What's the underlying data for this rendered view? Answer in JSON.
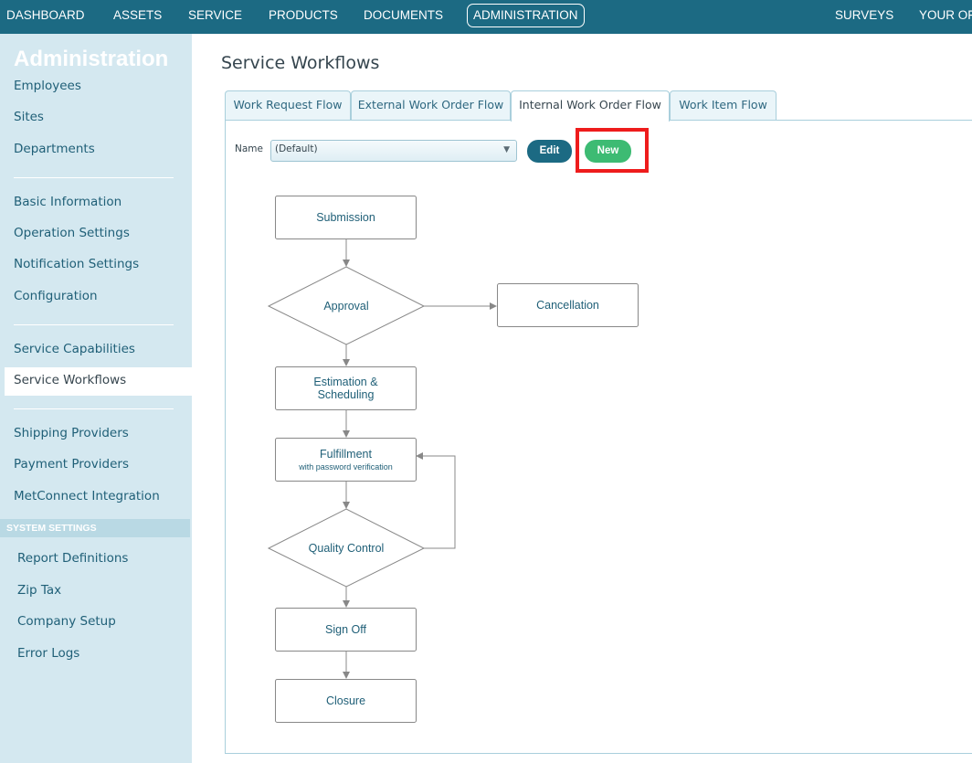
{
  "topnav": {
    "items": [
      "DASHBOARD",
      "ASSETS",
      "SERVICE",
      "PRODUCTS",
      "DOCUMENTS",
      "ADMINISTRATION",
      "SURVEYS",
      "YOUR OF"
    ],
    "active": "ADMINISTRATION"
  },
  "sidebar": {
    "title": "Administration",
    "group1": [
      "Employees",
      "Sites",
      "Departments"
    ],
    "group2": [
      "Basic Information",
      "Operation Settings",
      "Notification Settings",
      "Configuration"
    ],
    "group3": [
      "Service Capabilities",
      "Service Workflows"
    ],
    "active_item": "Service Workflows",
    "group4": [
      "Shipping Providers",
      "Payment Providers",
      "MetConnect Integration"
    ],
    "section_header": "SYSTEM SETTINGS",
    "system_items": [
      "Report Definitions",
      "Zip Tax",
      "Company Setup",
      "Error Logs"
    ]
  },
  "main": {
    "title": "Service Workflows",
    "tabs": [
      "Work Request Flow",
      "External Work Order Flow",
      "Internal Work Order Flow",
      "Work Item Flow"
    ],
    "active_tab": "Internal Work Order Flow",
    "name_label": "Name",
    "name_value": "(Default)",
    "edit_label": "Edit",
    "new_label": "New"
  },
  "flowchart": {
    "submission": "Submission",
    "approval": "Approval",
    "cancellation": "Cancellation",
    "estimation_line1": "Estimation &",
    "estimation_line2": "Scheduling",
    "fulfillment": "Fulfillment",
    "fulfillment_sub": "with password verification",
    "quality_control": "Quality Control",
    "sign_off": "Sign Off",
    "closure": "Closure"
  },
  "colors": {
    "nav_bg": "#1c6a83",
    "sidebar_bg": "#d4e8f0",
    "accent_green": "#3dbb73",
    "highlight_red": "#ee1c1c",
    "link_text": "#1f5f77"
  }
}
